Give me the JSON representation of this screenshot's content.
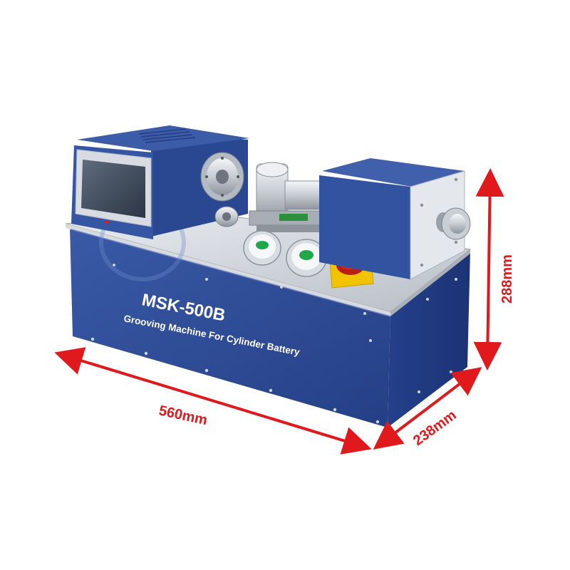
{
  "product": {
    "model": "MSK-500B",
    "subtitle": "Grooving Machine For Cylinder Battery"
  },
  "dimensions": {
    "length": "560mm",
    "depth": "238mm",
    "height": "288mm"
  },
  "colors": {
    "body_blue": "#2d4c96",
    "dimension_red": "#e0191c",
    "emergency_yellow": "#f2c400",
    "emergency_red": "#d7261c",
    "indicator_green": "#1fa84a"
  }
}
